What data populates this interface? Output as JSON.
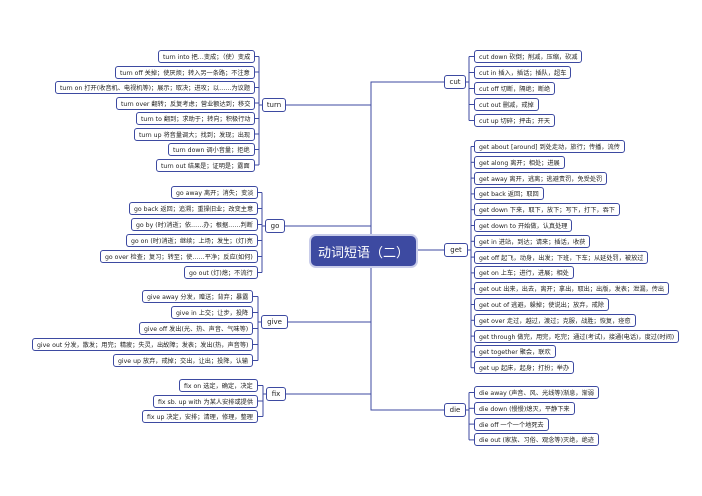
{
  "center": "动词短语（二）",
  "accent": "#3d4aa1",
  "branches": [
    {
      "label": "turn",
      "side": "left",
      "items": [
        "turn into 把…变成；（使）变成",
        "turn off 关掉；使厌烦；转入另一条路；不注意",
        "turn on 打开(收音机、电视机等)；展示；取决；进攻；以……为议题",
        "turn over 翻转；反复考虑；营业额达到；移交",
        "turn to 翻到；求助于；转向；积极行动",
        "turn up 将音量调大；找到；发现；出现",
        "turn down 调小音量；拒绝",
        "turn out 结果是；证明是；露面"
      ]
    },
    {
      "label": "go",
      "side": "left",
      "items": [
        "go away 离开；消失；变淡",
        "go back 返回；追溯；重操旧业；改变主意",
        "go by (时)消逝；依……办；根据……判断",
        "go on (时)消逝；继续；上场；发生；(灯)亮",
        "go over 检查；复习；转至；使……平净；反应(如何)",
        "go out (灯)熄；不流行"
      ]
    },
    {
      "label": "give",
      "side": "left",
      "items": [
        "give away 分发，赠送；背弃；暴露",
        "give in 上交；让步，投降",
        "give off 发出(光、热、声音、气味等)",
        "give out 分发，散发；用完；精疲；失灵，出故障；发表；发出(热，声音等)",
        "give up 放弃，戒掉；交出，让出；投降，认输"
      ]
    },
    {
      "label": "fix",
      "side": "left",
      "items": [
        "fix on 选定，确定，决定",
        "fix sb. up with 为某人安排或提供",
        "fix up 决定，安排；清理，修理，整理"
      ]
    },
    {
      "label": "cut",
      "side": "right",
      "items": [
        "cut down 砍倒；削减，压缩，砍减",
        "cut in 插入，插话；插队，超车",
        "cut off 切断，隔绝；断绝",
        "cut out 删减，戒掉",
        "cut up 切碎；抨击；开天"
      ]
    },
    {
      "label": "get",
      "side": "right",
      "items": [
        "get about [around] 到处走动，旅行；传播，流传",
        "get along 离开；相处；进展",
        "get away 离开，逃离；逃避责罚，免受处罚",
        "get back 返回；取回",
        "get down 下来，取下，放下；写下，打下，吞下",
        "get down to 开始做，认真处理",
        "get in 进站，到达；请来；插话，收获",
        "get off 起飞，动身，出发；下班，下车；从延处罚，被放过",
        "get on 上车；进行，进展；相处",
        "get out 出来，出去，离开；拿出，取出；出版，发表；泄漏，传出",
        "get out of 逃避，躲掉；使说出；放弃，戒除",
        "get over 走过，越过，渡过；克服，战胜；恢复，痊愈",
        "get through 做完，用完，吃完；通过(考试)，接通(电话)，度过(时间)",
        "get together 聚会，联欢",
        "get up 起床，起身；打扮；举办"
      ]
    },
    {
      "label": "die",
      "side": "right",
      "items": [
        "die away (声音、风、光线等)渐息，渐弱",
        "die down (慢慢)熄灭，平静下来",
        "die off 一个一个地死去",
        "die out (家族、习俗、观念等)灭绝，绝迹"
      ]
    }
  ]
}
